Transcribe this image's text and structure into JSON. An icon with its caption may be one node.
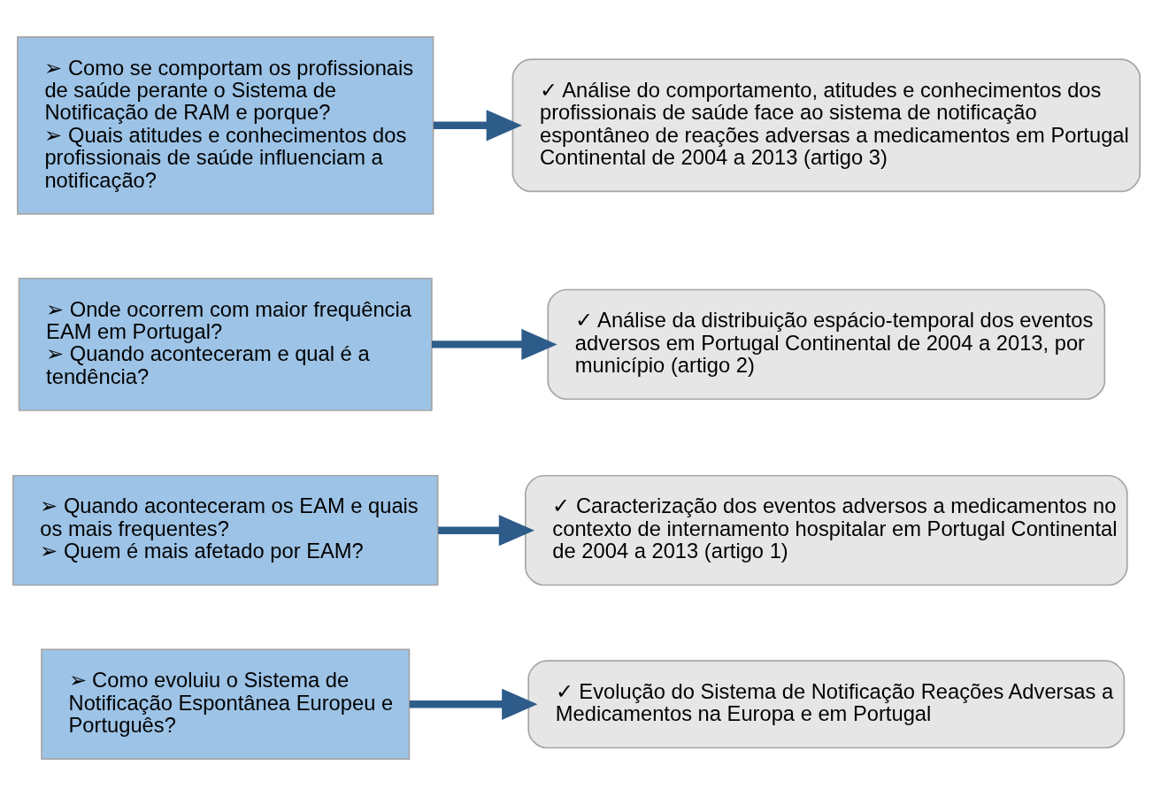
{
  "diagram": {
    "nodes": [
      {
        "text": [
          "➢ Como evoluiu o Sistema de Notificação Espontânea Europeu e Português?"
        ]
      },
      {
        "text": [
          "✓ Evolução do Sistema de Notificação Reações Adversas a Medicamentos na Europa e em Portugal"
        ]
      },
      {
        "text": [
          "➢ Quando aconteceram os EAM e quais os mais frequentes?",
          "➢ Quem é mais afetado por EAM?"
        ]
      },
      {
        "text": [
          "✓ Caracterização dos eventos adversos a medicamentos no contexto de internamento hospitalar em Portugal Continental de 2004 a 2013 (artigo 1)"
        ]
      },
      {
        "text": [
          "➢ Onde ocorrem com maior frequência EAM em Portugal?",
          "➢ Quando aconteceram e qual é a tendência?"
        ]
      },
      {
        "text": [
          "✓ Análise da distribuição espácio-temporal dos eventos adversos em Portugal Continental de 2004 a 2013, por município (artigo 2)"
        ]
      },
      {
        "text": [
          "➢ Como se comportam os profissionais de saúde perante o Sistema de Notificação de RAM e porque?",
          "➢ Quais atitudes e conhecimentos dos profissionais de saúde influenciam a notificação?"
        ]
      },
      {
        "text": [
          "✓ Análise do comportamento, atitudes e conhecimentos dos profissionais de saúde face ao sistema de notificação espontâneo de reações adversas a medicamentos em Portugal Continental de 2004 a 2013 (artigo 3)"
        ]
      }
    ],
    "edges": [
      {
        "from": 0,
        "to": 1,
        "arrow": "to"
      },
      {
        "from": 2,
        "to": 3,
        "arrow": "to"
      },
      {
        "from": 4,
        "to": 5,
        "arrow": "to"
      },
      {
        "from": 6,
        "to": 7,
        "arrow": "to"
      }
    ]
  }
}
